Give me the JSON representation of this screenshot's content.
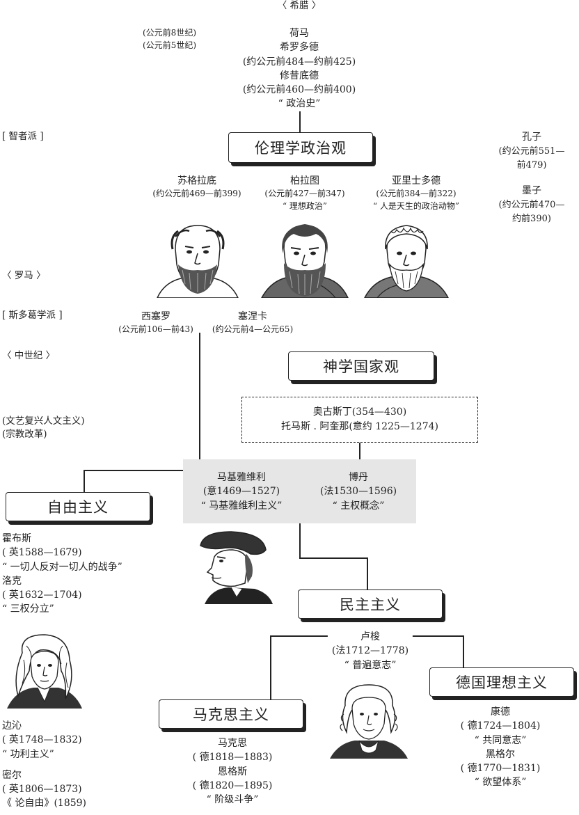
{
  "eras": {
    "greece": "〈 希腊 〉",
    "sophists": "[ 智者派 ]",
    "rome": "〈 罗马 〉",
    "stoics": "[ 斯多葛学派 ]",
    "medieval": "〈 中世纪 〉",
    "renaissance": "(文艺复兴人文主义)",
    "reformation": "(宗教改革)"
  },
  "homer_era": [
    "(公元前8世纪)",
    "(公元前5世纪)"
  ],
  "greek_historians": [
    "荷马",
    "希罗多德",
    "(约公元前484—约前425)",
    "修昔底德",
    "(约公元前460—约前400)",
    "“ 政治史”"
  ],
  "boxes": {
    "ethics": "伦理学政治观",
    "theology": "神学国家观",
    "liberalism": "自由主义",
    "democracy": "民主主义",
    "marxism": "马克思主义",
    "german_idealism": "德国理想主义"
  },
  "eastern": {
    "confucius": [
      "孔子",
      "(约公元前551—",
      "前479)"
    ],
    "mozi": [
      "墨子",
      "(约公元前470—",
      "约前390)"
    ]
  },
  "socrates": [
    "苏格拉底",
    "(约公元前469—前399)"
  ],
  "plato": [
    "柏拉图",
    "(公元前427—前347)",
    "“ 理想政治”"
  ],
  "aristotle": [
    "亚里士多德",
    "(公元前384—前322)",
    "“ 人是天生的政治动物”"
  ],
  "cicero": [
    "西塞罗",
    "(公元前106—前43)"
  ],
  "seneca": [
    "塞涅卡",
    "(约公元前4—公元65)"
  ],
  "medieval_box": [
    "奥古斯丁(354—430)",
    "托马斯 . 阿奎那(意约 1225—1274)"
  ],
  "machiavelli": [
    "马基雅维利",
    "(意1469—1527)",
    "“ 马基雅维利主义”"
  ],
  "bodin": [
    "博丹",
    "(法1530—1596)",
    "“ 主权概念”"
  ],
  "liberal_thinkers": [
    "霍布斯",
    "( 英1588—1679)",
    "“ 一切人反对一切人的战争”",
    "洛克",
    "( 英1632—1704)",
    "“ 三权分立”"
  ],
  "utilitarians": [
    "边沁",
    "( 英1748—1832)",
    "“ 功利主义”",
    "",
    "密尔",
    "( 英1806—1873)",
    "《 论自由》(1859)"
  ],
  "rousseau": [
    "卢梭",
    "(法1712—1778)",
    "“ 普遍意志”"
  ],
  "marx_engels": [
    "马克思",
    "( 德1818—1883)",
    "恩格斯",
    "( 德1820—1895)",
    "“ 阶级斗争”"
  ],
  "kant_hegel": [
    "康德",
    "( 德1724—1804)",
    "“ 共同意志”",
    "黑格尔",
    "( 德1770—1831)",
    "“ 欲望体系”"
  ]
}
